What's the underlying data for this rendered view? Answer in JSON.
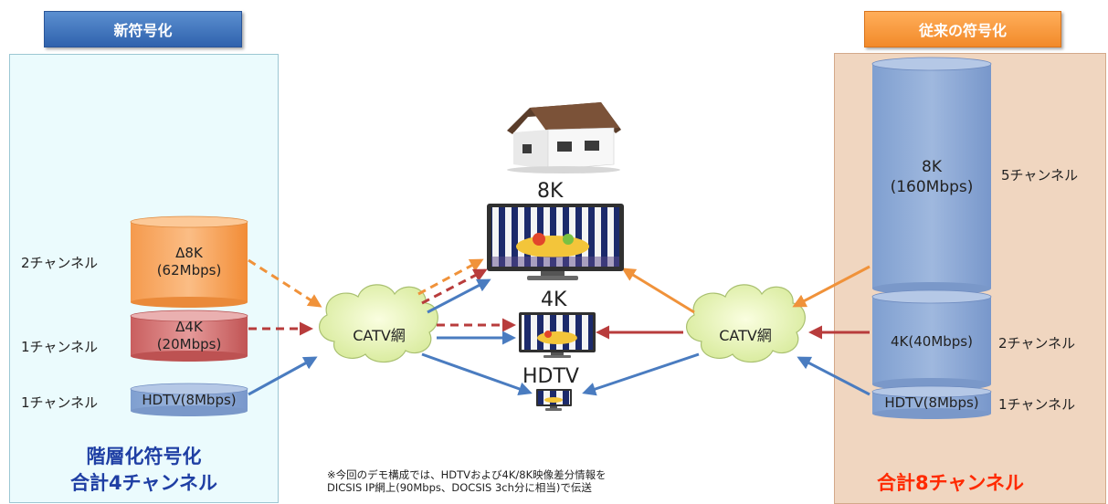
{
  "left": {
    "header": "新符号化",
    "bottom_line1": "階層化符号化",
    "bottom_line2": "合計4チャンネル",
    "layers": [
      {
        "line1": "Δ8K",
        "line2": "(62Mbps)",
        "channels": "2チャンネル",
        "color": "#f7a660"
      },
      {
        "line1": "Δ4K",
        "line2": "(20Mbps)",
        "channels": "1チャンネル",
        "color": "#d87878"
      },
      {
        "line1": "HDTV(8Mbps)",
        "channels": "1チャンネル",
        "color": "#8caad6"
      }
    ]
  },
  "right": {
    "header": "従来の符号化",
    "bottom": "合計8チャンネル",
    "layers": [
      {
        "line1": "8K",
        "line2": "(160Mbps)",
        "channels": "5チャンネル"
      },
      {
        "line1": "4K(40Mbps)",
        "channels": "2チャンネル"
      },
      {
        "line1": "HDTV(8Mbps)",
        "channels": "1チャンネル"
      }
    ],
    "color": "#8caad6"
  },
  "center": {
    "cloud_left": "CATV網",
    "cloud_right": "CATV網",
    "tv_8k": "8K",
    "tv_4k": "4K",
    "tv_hd": "HDTV"
  },
  "note_line1": "※今回のデモ構成では、HDTVおよび4K/8K映像差分情報を",
  "note_line2": "DICSIS IP網上(90Mbps、DOCSIS 3ch分に相当)で伝送",
  "colors": {
    "orange": "#f0923a",
    "red": "#b83c3c",
    "blue": "#4a7cc0"
  }
}
